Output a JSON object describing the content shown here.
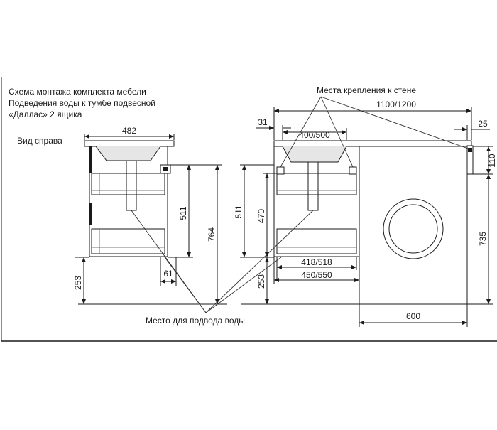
{
  "title_lines": [
    "Схема монтажа комплекта мебели",
    "Подведения воды к тумбе подвесной",
    "«Даллас» 2 ящика"
  ],
  "side_view_label": "Вид справа",
  "mount_points_label": "Места крепления к стене",
  "water_label": "Место для подвода воды",
  "dims": {
    "side_width": "482",
    "side_511": "511",
    "side_764": "764",
    "side_61": "61",
    "side_253": "253",
    "front_31": "31",
    "front_400_500": "400/500",
    "front_1100_1200": "1100/1200",
    "front_25": "25",
    "front_110": "110",
    "front_511": "511",
    "front_470": "470",
    "front_418_518": "418/518",
    "front_450_550": "450/550",
    "front_253": "253",
    "front_735": "735",
    "front_600": "600"
  }
}
